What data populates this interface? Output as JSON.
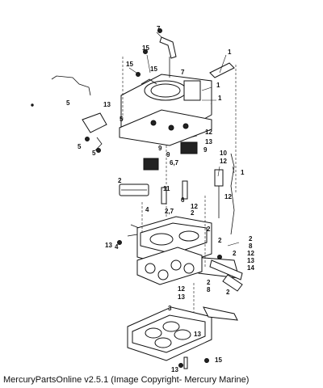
{
  "diagram": {
    "callouts": [
      "7",
      "15",
      "1",
      "15",
      "15",
      "7",
      "1",
      "1",
      "5",
      "13",
      "5",
      "5",
      "5",
      "12",
      "13",
      "9",
      "9",
      "6,7",
      "9",
      "10",
      "12",
      "2",
      "11",
      "1",
      "4",
      "2,7",
      "6",
      "12",
      "2",
      "12",
      "13",
      "4",
      "2",
      "2",
      "2",
      "2",
      "8",
      "12",
      "13",
      "14",
      "12",
      "13",
      "2",
      "8",
      "2",
      "3",
      "13",
      "15",
      "13"
    ]
  },
  "footer": {
    "copyright": "MercuryPartsOnline v2.5.1 (Image Copyright- Mercury Marine)"
  }
}
